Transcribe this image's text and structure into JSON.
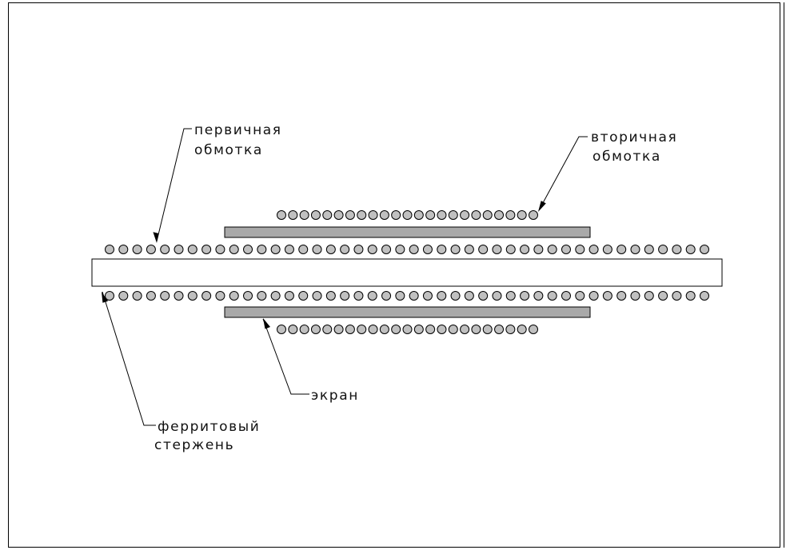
{
  "labels": {
    "primary_line1": "первичная",
    "primary_line2": "обмотка",
    "secondary_line1": "вторичная",
    "secondary_line2": "обмотка",
    "screen": "экран",
    "core_line1": "ферритовый",
    "core_line2": "стержень"
  },
  "components": {
    "core": "ferrite-rod",
    "primary_winding": {
      "turns_per_side": 44
    },
    "secondary_winding": {
      "turns_per_side": 23
    },
    "screen": "shield-plates"
  },
  "colors": {
    "line": "#000000",
    "turn_fill": "#c0c0c0",
    "screen_fill": "#a9a9a9",
    "core_fill": "#ffffff"
  }
}
